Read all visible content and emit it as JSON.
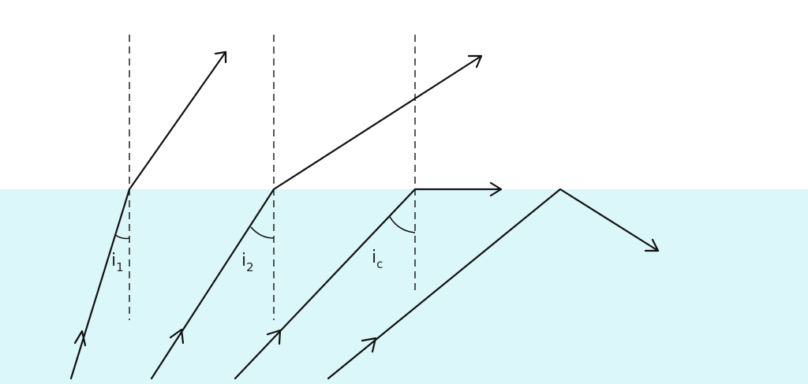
{
  "colors": {
    "air": "#ffffff",
    "water": "#dcf7f9",
    "ink": "#111111"
  },
  "labels": {
    "angle_1_main": "i",
    "angle_1_sub": "1",
    "angle_2_main": "i",
    "angle_2_sub": "2",
    "angle_c_main": "i",
    "angle_c_sub": "c"
  }
}
